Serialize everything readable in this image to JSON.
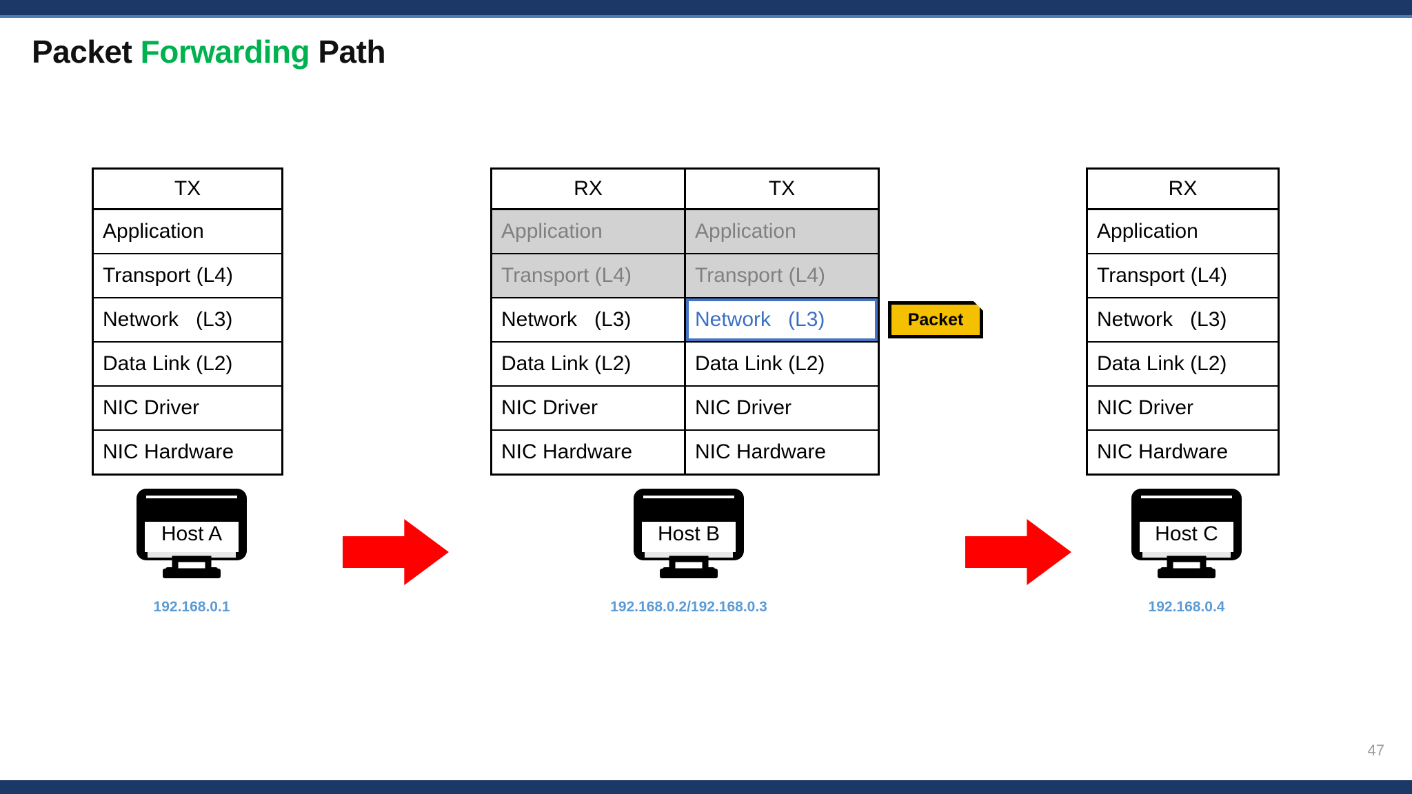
{
  "slide": {
    "title_pre": "Packet ",
    "title_highlight": "Forwarding",
    "title_post": " Path",
    "page_number": "47",
    "accent_green": "#00b24f",
    "bar_navy": "#1b3867",
    "ip_blue": "#5b9bd5",
    "active_blue": "#4472c4",
    "packet_gold": "#f5c000",
    "arrow_red": "#ff0000",
    "dim_gray": "#d2d2d2"
  },
  "stacks": [
    {
      "id": "host-a",
      "headers": [
        "TX"
      ],
      "rows": [
        {
          "cells": [
            {
              "text": "Application",
              "state": "normal"
            }
          ]
        },
        {
          "cells": [
            {
              "text": "Transport (L4)",
              "state": "normal"
            }
          ]
        },
        {
          "cells": [
            {
              "text": "Network   (L3)",
              "state": "normal"
            }
          ]
        },
        {
          "cells": [
            {
              "text": "Data Link (L2)",
              "state": "normal"
            }
          ]
        },
        {
          "cells": [
            {
              "text": "NIC Driver",
              "state": "normal"
            }
          ]
        },
        {
          "cells": [
            {
              "text": "NIC Hardware",
              "state": "normal"
            }
          ]
        }
      ]
    },
    {
      "id": "host-b",
      "headers": [
        "RX",
        "TX"
      ],
      "rows": [
        {
          "cells": [
            {
              "text": "Application",
              "state": "dim"
            },
            {
              "text": "Application",
              "state": "dim"
            }
          ]
        },
        {
          "cells": [
            {
              "text": "Transport (L4)",
              "state": "dim"
            },
            {
              "text": "Transport (L4)",
              "state": "dim"
            }
          ]
        },
        {
          "cells": [
            {
              "text": "Network   (L3)",
              "state": "normal"
            },
            {
              "text": "Network   (L3)",
              "state": "active"
            }
          ]
        },
        {
          "cells": [
            {
              "text": "Data Link (L2)",
              "state": "normal"
            },
            {
              "text": "Data Link (L2)",
              "state": "normal"
            }
          ]
        },
        {
          "cells": [
            {
              "text": "NIC Driver",
              "state": "normal"
            },
            {
              "text": "NIC Driver",
              "state": "normal"
            }
          ]
        },
        {
          "cells": [
            {
              "text": "NIC Hardware",
              "state": "normal"
            },
            {
              "text": "NIC Hardware",
              "state": "normal"
            }
          ]
        }
      ]
    },
    {
      "id": "host-c",
      "headers": [
        "RX"
      ],
      "rows": [
        {
          "cells": [
            {
              "text": "Application",
              "state": "normal"
            }
          ]
        },
        {
          "cells": [
            {
              "text": "Transport (L4)",
              "state": "normal"
            }
          ]
        },
        {
          "cells": [
            {
              "text": "Network   (L3)",
              "state": "normal"
            }
          ]
        },
        {
          "cells": [
            {
              "text": "Data Link (L2)",
              "state": "normal"
            }
          ]
        },
        {
          "cells": [
            {
              "text": "NIC Driver",
              "state": "normal"
            }
          ]
        },
        {
          "cells": [
            {
              "text": "NIC Hardware",
              "state": "normal"
            }
          ]
        }
      ]
    }
  ],
  "packet_badge": {
    "label": "Packet"
  },
  "hosts": [
    {
      "id": "host-a",
      "label": "Host A",
      "ip": "192.168.0.1"
    },
    {
      "id": "host-b",
      "label": "Host B",
      "ip": "192.168.0.2/192.168.0.3"
    },
    {
      "id": "host-c",
      "label": "Host C",
      "ip": "192.168.0.4"
    }
  ],
  "arrows": [
    {
      "id": "arrow-a-to-b",
      "direction": "right"
    },
    {
      "id": "arrow-b-to-c",
      "direction": "right"
    }
  ]
}
